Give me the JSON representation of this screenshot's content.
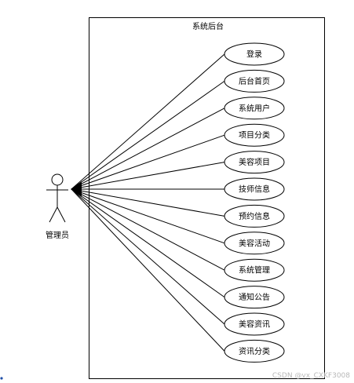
{
  "system": {
    "title": "系统后台"
  },
  "actor": {
    "name": "管理员"
  },
  "use_cases": [
    {
      "label": "登录"
    },
    {
      "label": "后台首页"
    },
    {
      "label": "系统用户"
    },
    {
      "label": "项目分类"
    },
    {
      "label": "美容项目"
    },
    {
      "label": "技师信息"
    },
    {
      "label": "预约信息"
    },
    {
      "label": "美容活动"
    },
    {
      "label": "系统管理"
    },
    {
      "label": "通知公告"
    },
    {
      "label": "美容资讯"
    },
    {
      "label": "资讯分类"
    }
  ],
  "watermark": {
    "text": "CSDN @vx_CXKF3008"
  },
  "colors": {
    "stroke": "#000000",
    "text": "#000000",
    "watermark": "#b8b8b8",
    "background": "#ffffff"
  }
}
